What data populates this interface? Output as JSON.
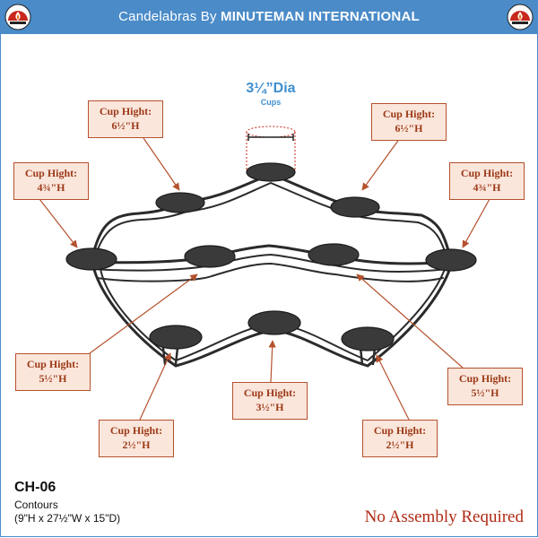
{
  "header": {
    "title_prefix": "Candelabras By ",
    "title_brand": "MINUTEMAN INTERNATIONAL"
  },
  "icons": {
    "logo": "minuteman-logo-icon"
  },
  "colors": {
    "header": "#4a8bc8",
    "label_fill": "#fbe6dc",
    "label_border": "#b5512c",
    "label_text": "#9c3a17",
    "accent_blue": "#3f8fd0",
    "no_assembly": "#b02a14"
  },
  "dimension": {
    "main": "3¼”Dia",
    "sub": "Cups"
  },
  "labels": [
    {
      "title": "Cup Hight:",
      "value": "6½\"H"
    },
    {
      "title": "Cup Hight:",
      "value": "6½\"H"
    },
    {
      "title": "Cup Hight:",
      "value": "4¾\"H"
    },
    {
      "title": "Cup Hight:",
      "value": "4¾\"H"
    },
    {
      "title": "Cup Hight:",
      "value": "5½\"H"
    },
    {
      "title": "Cup Hight:",
      "value": "5½\"H"
    },
    {
      "title": "Cup Hight:",
      "value": "3½\"H"
    },
    {
      "title": "Cup Hight:",
      "value": "2½\"H"
    },
    {
      "title": "Cup Hight:",
      "value": "2½\"H"
    }
  ],
  "product": {
    "model": "CH-06",
    "name": "Contours",
    "dimensions": "(9\"H x 27½\"W x 15\"D)",
    "assembly": "No Assembly Required"
  }
}
